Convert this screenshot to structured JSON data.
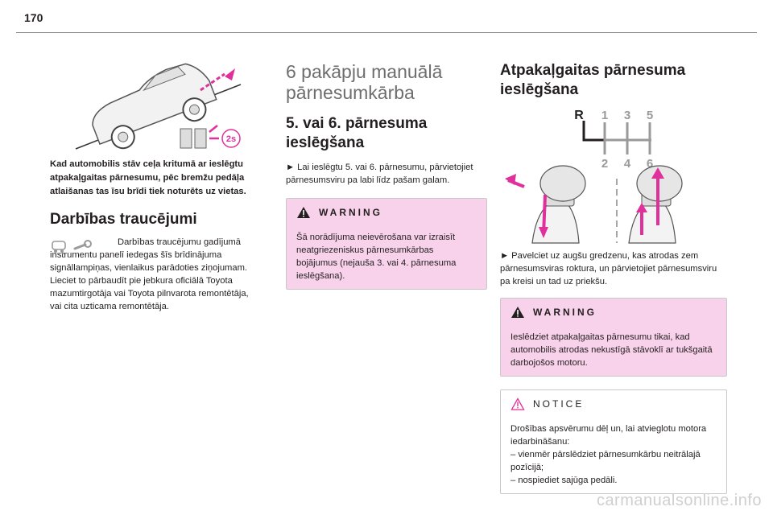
{
  "page": {
    "number": "170",
    "watermark": "carmanualsonline.info"
  },
  "col1": {
    "caption": "Kad automobilis stāv ceļa kritumā ar ieslēgtu atpakaļgaitas pārnesumu, pēc bremžu pedāļa atlaišanas tas īsu brīdi tiek noturēts uz vietas.",
    "illustration_label": "2s",
    "section_title": "Darbības traucējumi",
    "fault_text_1": "Darbības traucējumu gadījumā instrumentu panelī iedegas šīs brīdinājuma signāllampiņas, vienlaikus parādoties ziņojumam.",
    "fault_text_2": "Lieciet to pārbaudīt pie jebkura oficiālā Toyota mazumtirgotāja vai Toyota pilnvarota remontētāja, vai cita uzticama remontētāja."
  },
  "col2": {
    "chapter_title": "6 pakāpju manuālā pārnesumkārba",
    "section_title": "5. vai 6. pārnesuma ieslēgšana",
    "instruction": "► Lai ieslēgtu 5. vai 6. pārnesumu, pārvietojiet pārnesumsviru pa labi līdz pašam galam.",
    "warning": {
      "title": "WARNING",
      "text": "Šā norādījuma neievērošana var izraisīt neatgriezeniskus pārnesumkārbas bojājumus (nejauša 3. vai 4. pārnesuma ieslēgšana)."
    }
  },
  "col3": {
    "section_title": "Atpakaļgaitas pārnesuma ieslēgšana",
    "gear_labels": {
      "reverse": "R",
      "top": [
        "1",
        "3",
        "5"
      ],
      "bottom": [
        "2",
        "4",
        "6"
      ]
    },
    "instruction": "► Pavelciet uz augšu gredzenu, kas atrodas zem pārnesumsviras roktura, un pārvietojiet pārnesumsviru pa kreisi un tad uz priekšu.",
    "warning": {
      "title": "WARNING",
      "text": "Ieslēdziet atpakaļgaitas pārnesumu tikai, kad automobilis atrodas nekustīgā stāvoklī ar tukšgaitā darbojošos motoru."
    },
    "notice": {
      "title": "NOTICE",
      "text_1": "Drošības apsvērumu dēļ un, lai atvieglotu motora iedarbināšanu:",
      "text_2": "–  vienmēr pārslēdziet pārnesumkārbu neitrālajā pozīcijā;",
      "text_3": "–  nospiediet sajūga pedāli."
    }
  },
  "colors": {
    "warning_bg": "#f8d1ea",
    "accent": "#e0309b",
    "notice_triangle": "#e0309b",
    "grey": "#9a9a9a"
  }
}
